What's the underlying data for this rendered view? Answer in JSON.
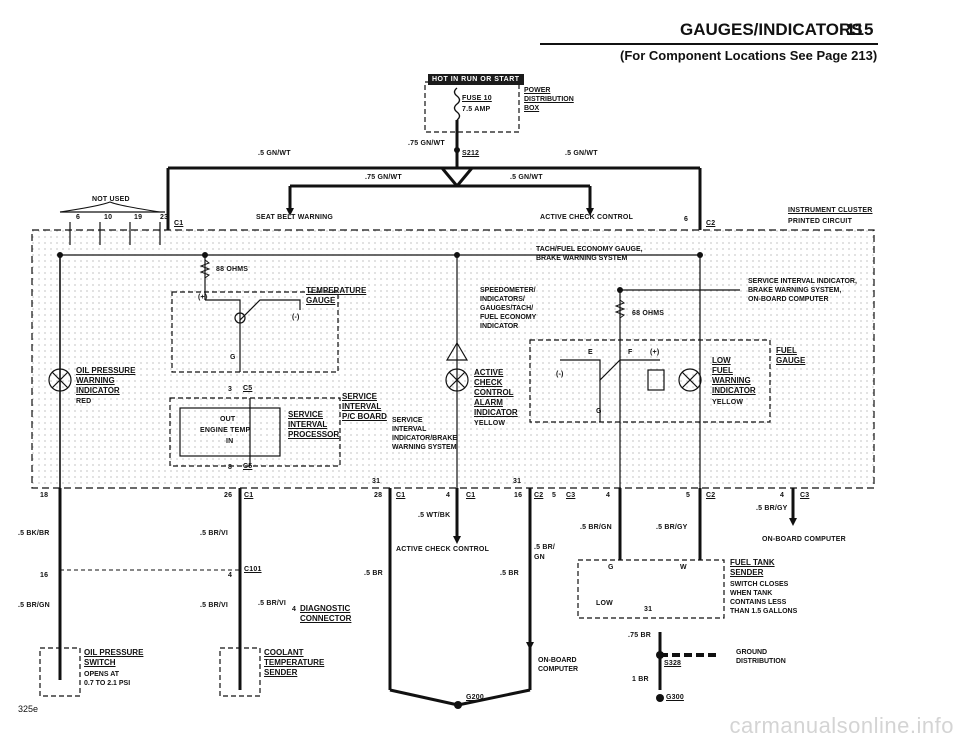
{
  "header": {
    "title": "GAUGES/INDICATORS",
    "page_number": "115",
    "subtitle": "(For Component Locations See Page 213)"
  },
  "top": {
    "hot_label": "HOT IN RUN OR START",
    "fuse": "FUSE 10",
    "fuse_amp": "7.5 AMP",
    "power_dist": [
      "POWER",
      "DISTRIBUTION",
      "BOX"
    ],
    "wire_75_gnwt_a": ".75 GN/WT",
    "splice_s212": "S212",
    "wire_5_gnwt_left": ".5 GN/WT",
    "wire_5_gnwt_right": ".5 GN/WT",
    "wire_75_gnwt_b": ".75 GN/WT",
    "wire_5_gnwt_c": ".5 GN/WT",
    "not_used": "NOT USED",
    "pins_left": [
      "6",
      "10",
      "19",
      "23"
    ],
    "c1": "C1",
    "seat_belt": "SEAT BELT WARNING",
    "active_check_top": "ACTIVE CHECK CONTROL",
    "pin6": "6",
    "c2": "C2",
    "cluster": "INSTRUMENT CLUSTER",
    "pcb": "PRINTED CIRCUIT"
  },
  "cluster": {
    "tach_fuel": [
      "TACH/FUEL ECONOMY GAUGE,",
      "BRAKE WARNING SYSTEM"
    ],
    "ohms88": "88 OHMS",
    "temp_gauge": [
      "TEMPERATURE",
      "GAUGE"
    ],
    "plus": "(+)",
    "minus": "(-)",
    "g": "G",
    "speedo": [
      "SPEEDOMETER/",
      "INDICATORS/",
      "GAUGES/TACH/",
      "FUEL ECONOMY",
      "INDICATOR"
    ],
    "service_top": [
      "SERVICE INTERVAL INDICATOR,",
      "BRAKE WARNING SYSTEM,",
      "ON-BOARD COMPUTER"
    ],
    "ohms68": "68 OHMS",
    "fuel_gauge": [
      "FUEL",
      "GAUGE"
    ],
    "e": "E",
    "f": "F",
    "low_fuel": [
      "LOW",
      "FUEL",
      "WARNING",
      "INDICATOR"
    ],
    "yellow": "YELLOW",
    "oil_press": [
      "OIL PRESSURE",
      "WARNING",
      "INDICATOR"
    ],
    "red": "RED",
    "c5_top": "C5",
    "pin3": "3",
    "out": "OUT",
    "eng_temp": "ENGINE TEMP",
    "in": "IN",
    "service_proc": [
      "SERVICE",
      "INTERVAL",
      "PROCESSOR"
    ],
    "service_board": [
      "SERVICE",
      "INTERVAL",
      "P/C BOARD"
    ],
    "pin8": "8",
    "c5_bot": "C5",
    "active_check": [
      "ACTIVE",
      "CHECK",
      "CONTROL",
      "ALARM",
      "INDICATOR"
    ],
    "yellow2": "YELLOW",
    "service_brake": [
      "SERVICE",
      "INTERVAL",
      "INDICATOR/BRAKE",
      "WARNING SYSTEM"
    ],
    "pin31a": "31",
    "pin31b": "31"
  },
  "lower": {
    "p18": "18",
    "p26": "26",
    "c1a": "C1",
    "p28": "28",
    "c1b": "C1",
    "p4a": "4",
    "c1c": "C1",
    "p16a": "16",
    "c2a": "C2",
    "p5a": "5",
    "c3a": "C3",
    "p4b": "4",
    "p5b": "5",
    "c2b": "C2",
    "p4c": "4",
    "c3b": "C3",
    "w_bkbr": ".5 BK/BR",
    "w_brvi": ".5 BR/VI",
    "w_wtbk": ".5 WT/BK",
    "active_check_ctrl": "ACTIVE CHECK CONTROL",
    "w_brgn_top": ".5 BR/",
    "w_brgn_top2": "GN",
    "w_brgn": ".5 BR/GN",
    "w_brgy": ".5 BR/GY",
    "w_brgy2": ".5 BR/GY",
    "obc_right": "ON-BOARD COMPUTER",
    "p16b": "16",
    "p4d": "4",
    "c101": "C101",
    "w_br_a": ".5 BR",
    "w_br_b": ".5 BR",
    "w_brgn2": ".5 BR/GN",
    "w_brvi2": ".5 BR/VI",
    "w_brvi3": ".5 BR/VI",
    "p4e": "4",
    "diag": [
      "DIAGNOSTIC",
      "CONNECTOR"
    ],
    "fuel_tank": [
      "FUEL TANK",
      "SENDER"
    ],
    "switch_closes": [
      "SWITCH CLOSES",
      "WHEN TANK",
      "CONTAINS LESS",
      "THAN 1.5 GALLONS"
    ],
    "g2": "G",
    "w2": "W",
    "low2": "LOW",
    "p31": "31",
    "w75br": ".75 BR",
    "ground_dist": [
      "GROUND",
      "DISTRIBUTION"
    ],
    "s328": "S328",
    "w1br": "1 BR",
    "g300": "G300",
    "oil_switch": [
      "OIL PRESSURE",
      "SWITCH"
    ],
    "opens_at": [
      "OPENS AT",
      "0.7 TO 2.1 PSI"
    ],
    "coolant": [
      "COOLANT",
      "TEMPERATURE",
      "SENDER"
    ],
    "obc_bottom": [
      "ON-BOARD",
      "COMPUTER"
    ],
    "g200": "G200",
    "code": "325e"
  },
  "watermark": "carmanualsonline.info"
}
